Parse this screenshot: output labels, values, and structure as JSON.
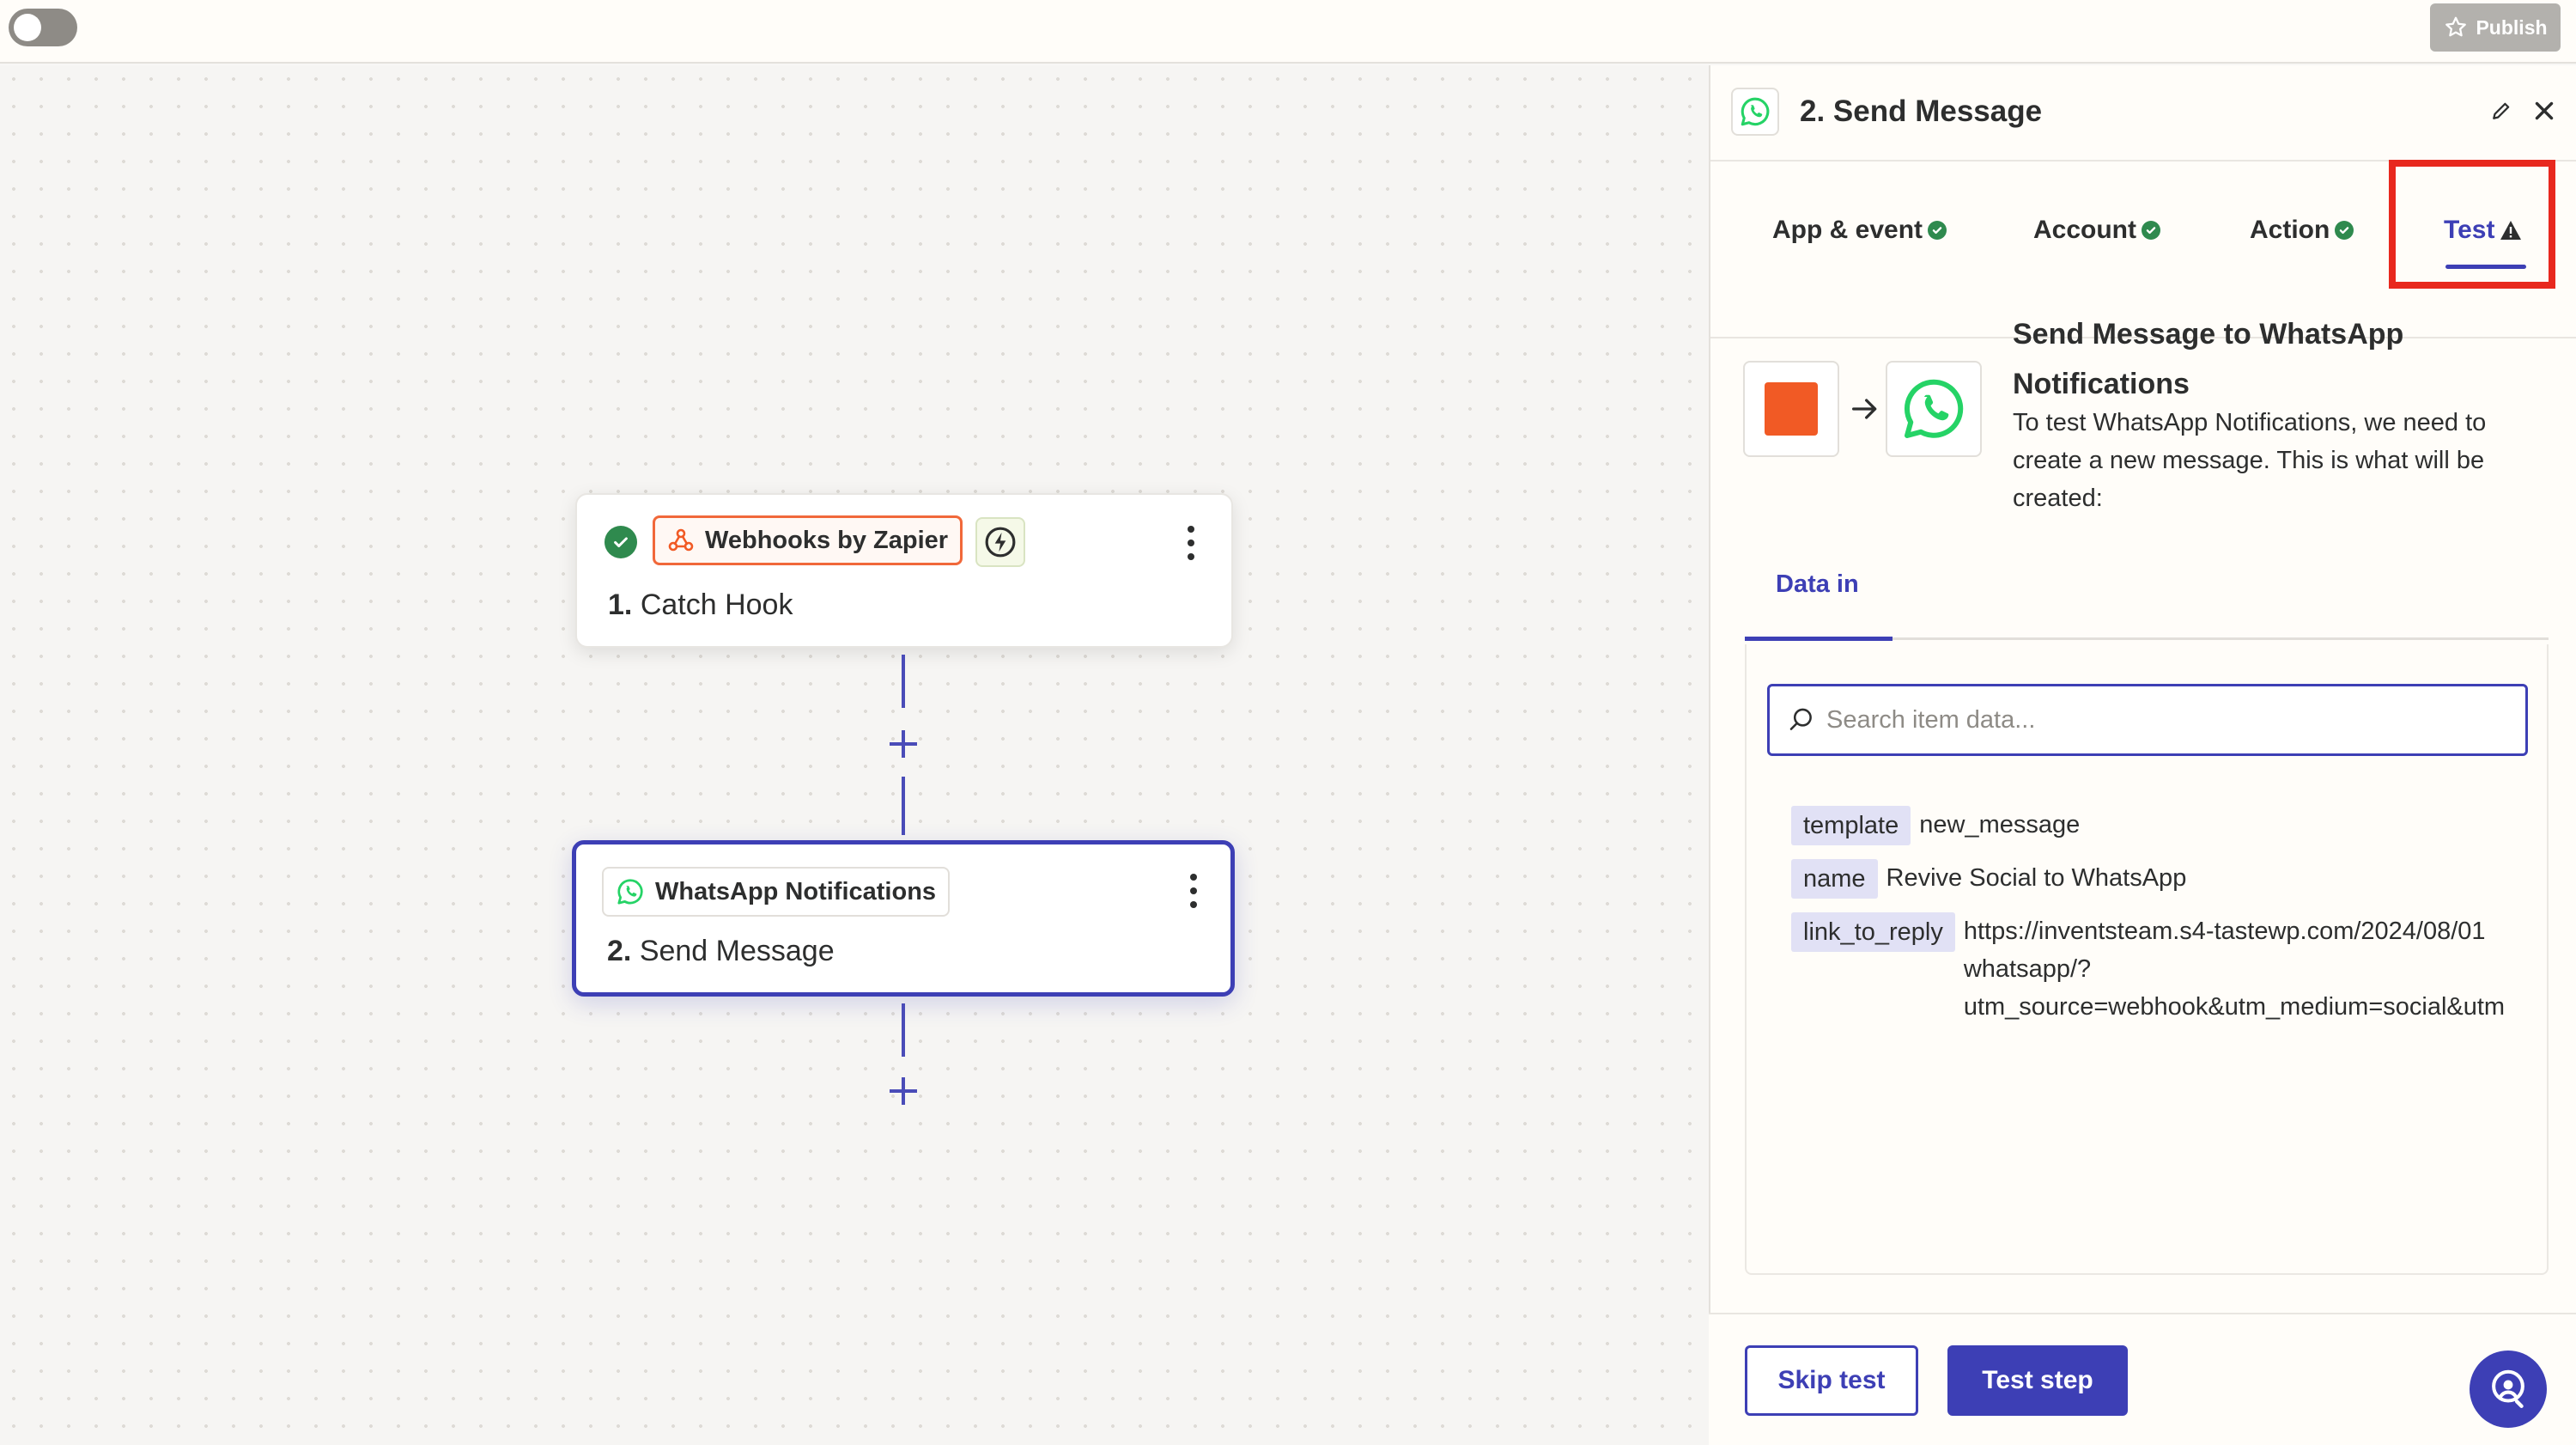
{
  "topbar": {
    "publish_label": "Publish"
  },
  "canvas": {
    "trigger": {
      "app_name": "Webhooks by Zapier",
      "step_number": "1.",
      "step_name": "Catch Hook"
    },
    "action": {
      "app_name": "WhatsApp Notifications",
      "step_number": "2.",
      "step_name": "Send Message"
    }
  },
  "panel": {
    "title": "2. Send Message",
    "tabs": [
      {
        "label": "App & event",
        "status": "complete"
      },
      {
        "label": "Account",
        "status": "complete"
      },
      {
        "label": "Action",
        "status": "complete"
      },
      {
        "label": "Test",
        "status": "warning"
      }
    ],
    "summary": {
      "title": "Send Message to WhatsApp Notifications",
      "description": "To test WhatsApp Notifications, we need to create a new message. This is what will be created:"
    },
    "data_tab": "Data in",
    "search": {
      "placeholder": "Search item data...",
      "value": ""
    },
    "fields": [
      {
        "key": "template",
        "value": [
          "new_message"
        ]
      },
      {
        "key": "name",
        "value": [
          "Revive Social to WhatsApp"
        ]
      },
      {
        "key": "link_to_reply",
        "value": [
          "https://inventsteam.s4-tastewp.com/2024/08/01",
          "whatsapp/?",
          "utm_source=webhook&utm_medium=social&utm"
        ]
      }
    ],
    "buttons": {
      "skip": "Skip test",
      "test": "Test step"
    }
  },
  "colors": {
    "primary": "#3d3fb5",
    "success": "#2f8a4e",
    "webhook_orange": "#f15a25",
    "whatsapp_green": "#25d366",
    "highlight_red": "#e8281e"
  },
  "icons": [
    "toggle",
    "star-icon",
    "check-icon",
    "webhook-icon",
    "bolt-icon",
    "kebab-icon",
    "whatsapp-icon",
    "pencil-icon",
    "close-icon",
    "warning-icon",
    "arrow-right-icon",
    "search-icon",
    "help-icon"
  ]
}
